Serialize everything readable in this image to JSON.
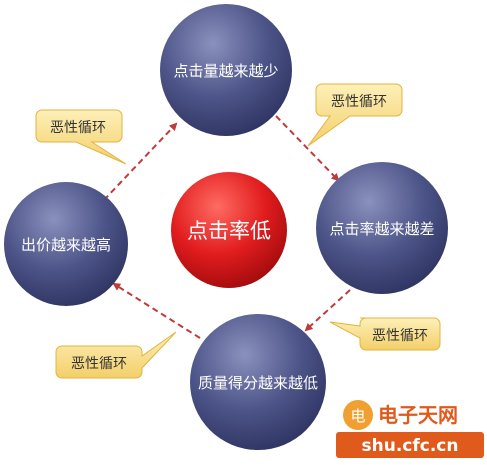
{
  "diagram": {
    "center": {
      "label": "点击率低"
    },
    "nodes": [
      {
        "id": "top",
        "label": "点击量越来越少"
      },
      {
        "id": "right",
        "label": "点击率越来越差"
      },
      {
        "id": "bottom",
        "label": "质量得分越来越低"
      },
      {
        "id": "left",
        "label": "出价越来越高"
      }
    ],
    "callouts": [
      {
        "id": "top-left",
        "label": "恶性循环"
      },
      {
        "id": "top-right",
        "label": "恶性循环"
      },
      {
        "id": "bottom-right",
        "label": "恶性循环"
      },
      {
        "id": "bottom-left",
        "label": "恶性循环"
      }
    ],
    "colors": {
      "node": "#3f4677",
      "center": "#d61417",
      "arrow": "#c03a3a",
      "callout": "#f8dd86"
    }
  },
  "watermark": {
    "site_name": "电子天网",
    "domain": "shu.cfc.cn"
  }
}
